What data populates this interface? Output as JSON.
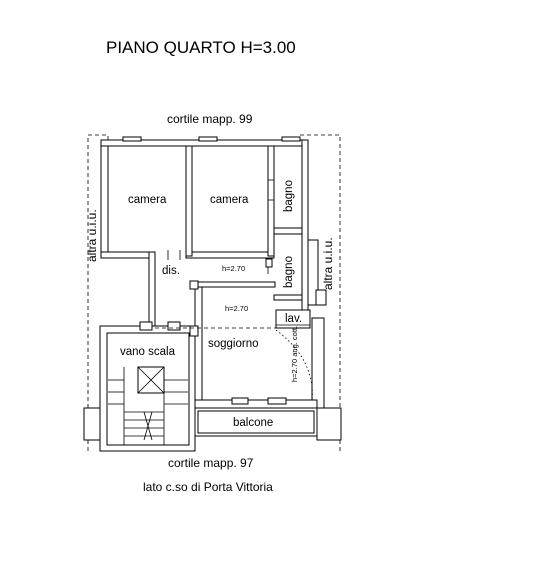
{
  "title": "PIANO QUARTO H=3.00",
  "labels": {
    "top_courtyard": "cortile mapp. 99",
    "bottom_courtyard": "cortile mapp. 97",
    "street": "lato c.so di Porta Vittoria",
    "left_other": "altra u.i.u.",
    "right_other": "altra u.i.u."
  },
  "rooms": {
    "camera_1": "camera",
    "camera_2": "camera",
    "bagno_1": "bagno",
    "bagno_2": "bagno",
    "dis": "dis.",
    "h_dis": "h=2.70",
    "h_soggiorno": "h=2.70",
    "lav": "lav.",
    "vano_scala": "vano scala",
    "soggiorno": "soggiorno",
    "ang_cott": "h=2.70 ang. cott.",
    "balcone": "balcone"
  },
  "colors": {
    "line": "#000000",
    "background": "#ffffff"
  }
}
